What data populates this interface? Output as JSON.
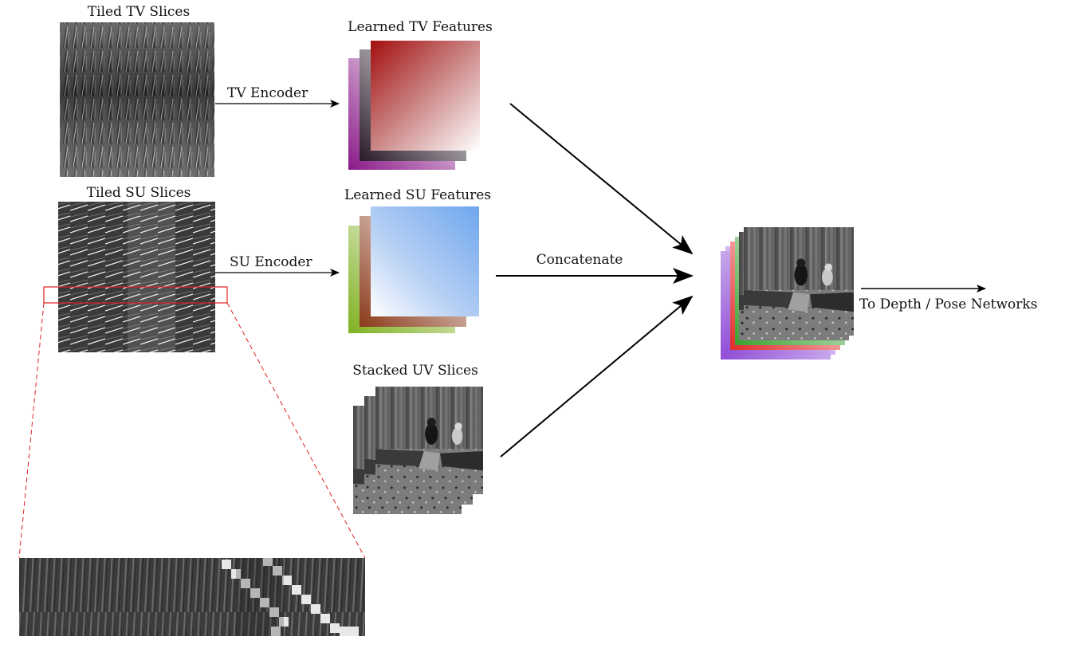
{
  "labels": {
    "tiled_tv": "Tiled TV Slices",
    "tiled_su": "Tiled SU Slices",
    "tv_encoder": "TV Encoder",
    "su_encoder": "SU Encoder",
    "learned_tv": "Learned TV Features",
    "learned_su": "Learned SU Features",
    "stacked_uv": "Stacked UV Slices",
    "concatenate": "Concatenate",
    "output": "To Depth / Pose Networks"
  },
  "colors": {
    "tv_feature": "#9e0000",
    "su_feature": "#6fa6ee",
    "tv_back_1": "#8a1a88",
    "tv_back_2": "#3a2a3a",
    "su_back_1": "#7fb020",
    "su_back_2": "#8a3a1a",
    "zoom_box": "#e02020",
    "out_back_1": "#8e4cd6",
    "out_back_2": "#e02a2a",
    "out_back_3": "#3aa030"
  }
}
